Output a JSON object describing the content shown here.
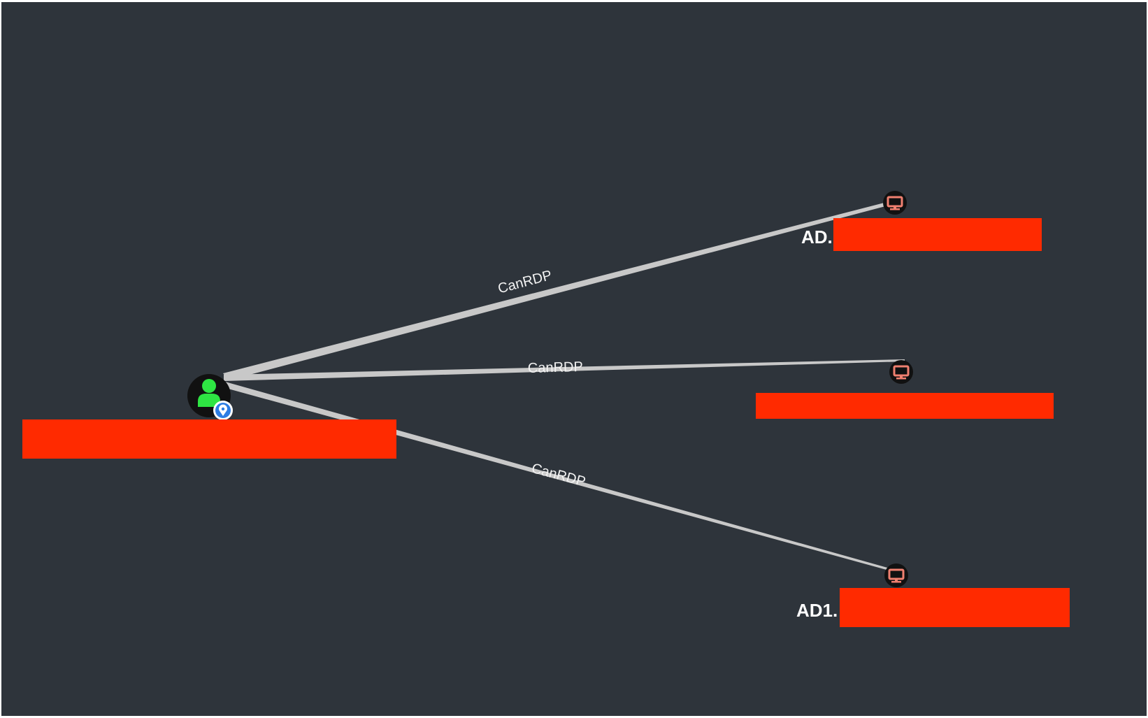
{
  "colors": {
    "canvas_background": "#2e343b",
    "edge": "#c8c8c8",
    "user_icon": "#2ee543",
    "computer_icon": "#f08070",
    "node_ring": "#111111",
    "highlight_badge": "#2d7de3",
    "redaction": "#ff2a00"
  },
  "graph": {
    "source_node": {
      "icon": "user-icon",
      "badge_icon": "map-pin-icon",
      "label": ""
    },
    "edges": [
      {
        "label": "CanRDP",
        "target_prefix": "AD.",
        "target_icon": "computer-icon"
      },
      {
        "label": "CanRDP",
        "target_prefix": "",
        "target_icon": "computer-icon"
      },
      {
        "label": "CanRDP",
        "target_prefix": "AD1.",
        "target_icon": "computer-icon"
      }
    ]
  }
}
